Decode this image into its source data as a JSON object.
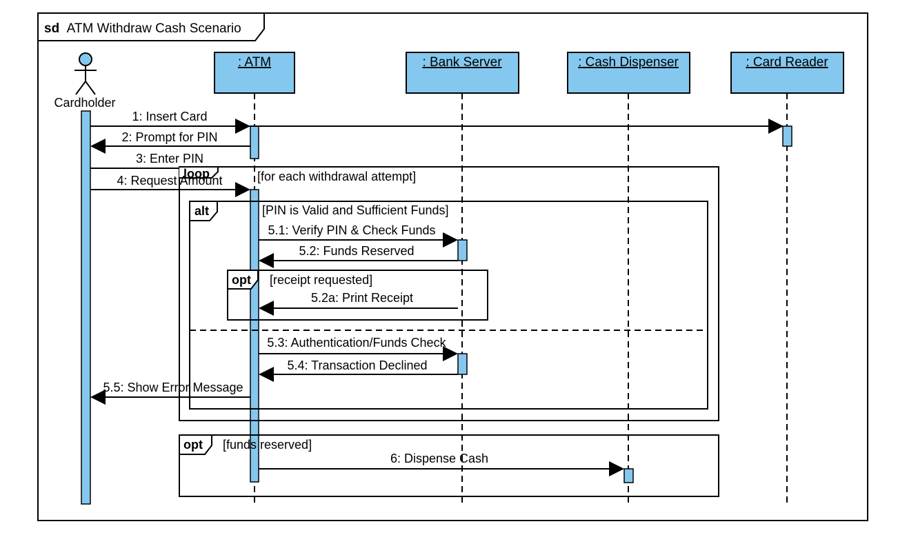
{
  "diagram": {
    "frame_keyword": "sd",
    "title": "ATM Withdraw Cash Scenario",
    "actor": {
      "name": "Cardholder"
    },
    "participants": [
      {
        "id": "atm",
        "name": ": ATM"
      },
      {
        "id": "bank",
        "name": ": Bank Server"
      },
      {
        "id": "cash",
        "name": ": Cash Dispenser"
      },
      {
        "id": "reader",
        "name": ": Card Reader"
      }
    ],
    "fragments": {
      "loop": {
        "keyword": "loop",
        "guard": "[for each withdrawal attempt]"
      },
      "alt": {
        "keyword": "alt",
        "guard": "[PIN is Valid and Sufficient Funds]"
      },
      "opt_receipt": {
        "keyword": "opt",
        "guard": "[receipt requested]"
      },
      "opt_funds": {
        "keyword": "opt",
        "guard": "[funds reserved]"
      }
    },
    "messages": [
      {
        "id": "m1",
        "label": "1: Insert Card"
      },
      {
        "id": "m2",
        "label": "2: Prompt for PIN"
      },
      {
        "id": "m3",
        "label": "3: Enter PIN"
      },
      {
        "id": "m4",
        "label": "4: Request Amount"
      },
      {
        "id": "m51",
        "label": "5.1: Verify PIN & Check Funds"
      },
      {
        "id": "m52",
        "label": "5.2: Funds Reserved"
      },
      {
        "id": "m52a",
        "label": "5.2a: Print Receipt"
      },
      {
        "id": "m53",
        "label": "5.3: Authentication/Funds Check"
      },
      {
        "id": "m54",
        "label": "5.4: Transaction Declined"
      },
      {
        "id": "m55",
        "label": "5.5: Show Error Message"
      },
      {
        "id": "m6",
        "label": "6: Dispense Cash"
      }
    ],
    "colors": {
      "participant_fill": "#85C8EF",
      "activation_fill": "#85C8EF",
      "line": "#000000"
    }
  }
}
